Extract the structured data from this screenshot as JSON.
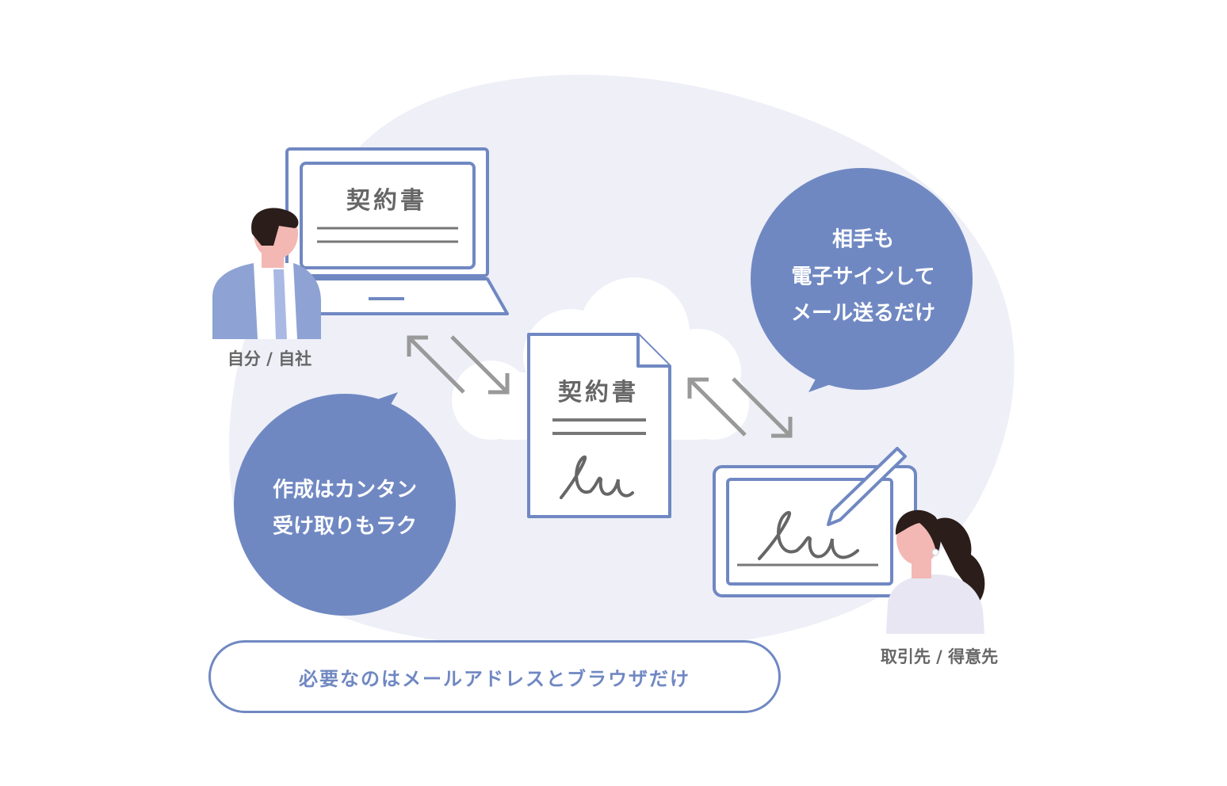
{
  "colors": {
    "accent": "#7088c2",
    "background_blob": "#eeeff7",
    "text": "#666666"
  },
  "laptop": {
    "doc_title": "契約書"
  },
  "document": {
    "title": "契約書"
  },
  "self": {
    "label": "自分 / 自社"
  },
  "partner": {
    "label": "取引先 / 得意先"
  },
  "bubble_right": {
    "lines": [
      "相手も",
      "電子サインして",
      "メール送るだけ"
    ]
  },
  "bubble_left": {
    "lines": [
      "作成はカンタン",
      "受け取りもラク"
    ]
  },
  "footer": {
    "text": "必要なのはメールアドレスとブラウザだけ"
  }
}
